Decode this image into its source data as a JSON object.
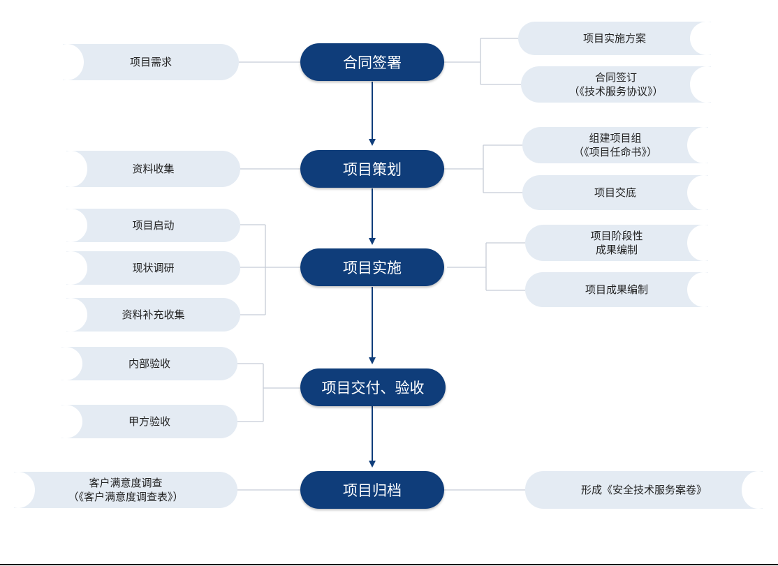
{
  "colors": {
    "main_node": "#0f3d7a",
    "side_node": "#e4ebf3",
    "connector": "#0f3d7a"
  },
  "main_steps": {
    "contract": "合同签署",
    "planning": "项目策划",
    "implementation": "项目实施",
    "delivery": "项目交付、验收",
    "archive": "项目归档"
  },
  "left_items": {
    "requirements": "项目需求",
    "data_collection": "资料收集",
    "kickoff": "项目启动",
    "survey": "现状调研",
    "supplementary": "资料补充收集",
    "internal_acceptance": "内部验收",
    "client_acceptance": "甲方验收",
    "satisfaction_line1": "客户满意度调查",
    "satisfaction_line2": "（《客户满意度调查表》）"
  },
  "right_items": {
    "plan": "项目实施方案",
    "signing_line1": "合同签订",
    "signing_line2": "（《技术服务协议》）",
    "team_line1": "组建项目组",
    "team_line2": "（《项目任命书》）",
    "handover": "项目交底",
    "phase_line1": "项目阶段性",
    "phase_line2": "成果编制",
    "results": "项目成果编制",
    "dossier": "形成《安全技术服务案卷》"
  }
}
